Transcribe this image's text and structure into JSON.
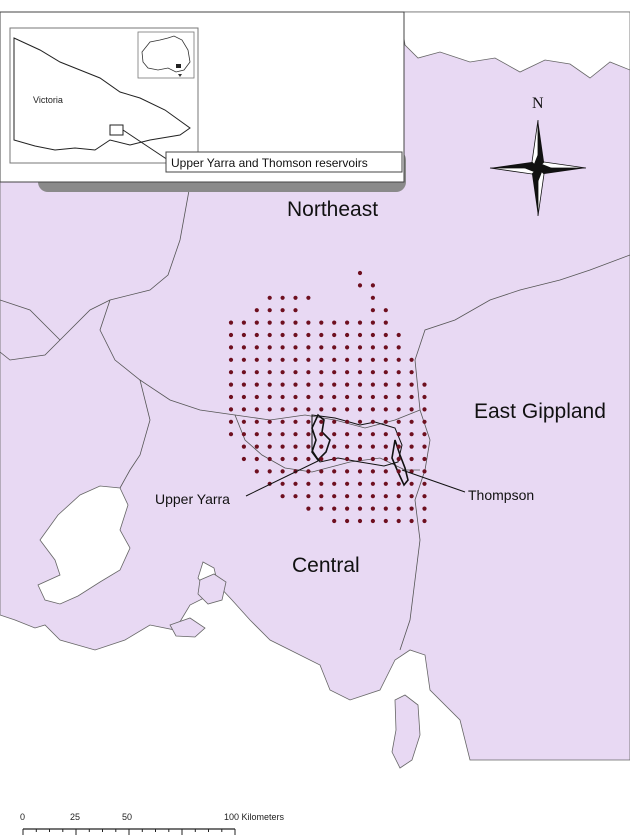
{
  "map": {
    "regions": {
      "northeast": "Northeast",
      "east_gippland": "East Gippland",
      "central": "Central"
    },
    "reservoirs": {
      "upper_yarra": "Upper Yarra",
      "thompson": "Thompson"
    }
  },
  "inset": {
    "state_label": "Victoria",
    "callout": "Upper Yarra and Thomson reservoirs"
  },
  "north_arrow": {
    "label": "N",
    "icon": "compass-rose-icon"
  },
  "scale_bar": {
    "ticks": [
      "0",
      "25",
      "50",
      "100 Kilometers"
    ]
  },
  "colors": {
    "land": "#e8d9f3",
    "sea": "#ffffff",
    "borders": "#555555",
    "grid_points": "#6e0f1f"
  }
}
